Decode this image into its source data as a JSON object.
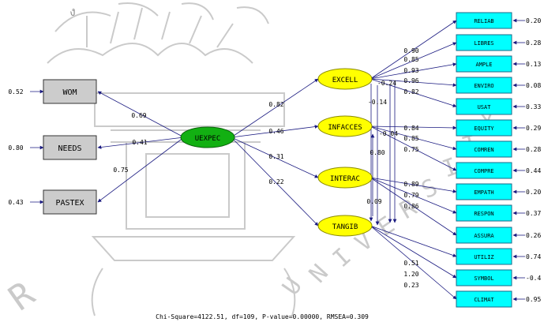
{
  "watermark": {
    "thai_char": "ง",
    "arc_text": "UNIVERSITY",
    "arc_letter_r": "R"
  },
  "colors": {
    "exog_fill": "#ccc",
    "latent_fill": "#ffff00",
    "central_fill": "#12b012",
    "indicator_fill": "#00ffff",
    "line": "#1a1a80",
    "watermark": "#a0a0a0"
  },
  "exogenous": [
    {
      "id": "wom",
      "label": "WOM",
      "error": "0.52",
      "loading": "0.69"
    },
    {
      "id": "needs",
      "label": "NEEDS",
      "error": "0.80",
      "loading": "0.41"
    },
    {
      "id": "pastex",
      "label": "PASTEX",
      "error": "0.43",
      "loading": "0.75"
    }
  ],
  "central": {
    "label": "UEXPEC"
  },
  "paths_from_central": [
    {
      "to": "excell",
      "coef": "0.82"
    },
    {
      "to": "infacces",
      "coef": "0.46"
    },
    {
      "to": "interac",
      "coef": "0.31"
    },
    {
      "to": "tangib",
      "coef": "0.22"
    }
  ],
  "latents": [
    {
      "id": "excell",
      "label": "EXCELL"
    },
    {
      "id": "infacces",
      "label": "INFACCES"
    },
    {
      "id": "interac",
      "label": "INTERAC"
    },
    {
      "id": "tangib",
      "label": "TANGIB"
    }
  ],
  "cross_coefs": [
    "-0.24",
    "-0.14",
    "-0.04",
    "0.80",
    "0.09"
  ],
  "indicators": [
    {
      "label": "RELIAB",
      "error": "0.20"
    },
    {
      "label": "LIBRES",
      "error": "0.28"
    },
    {
      "label": "AMPLE",
      "error": "0.13"
    },
    {
      "label": "ENVIRO",
      "error": "0.08"
    },
    {
      "label": "USAT",
      "error": "0.33"
    },
    {
      "label": "EQUITY",
      "error": "0.29"
    },
    {
      "label": "COMREN",
      "error": "0.28"
    },
    {
      "label": "COMPRE",
      "error": "0.44"
    },
    {
      "label": "EMPATH",
      "error": "0.20"
    },
    {
      "label": "RESPON",
      "error": "0.37"
    },
    {
      "label": "ASSURA",
      "error": "0.26"
    },
    {
      "label": "UTILIZ",
      "error": "0.74"
    },
    {
      "label": "SYMBOL",
      "error": "-0.4"
    },
    {
      "label": "CLIMAT",
      "error": "0.95"
    }
  ],
  "loadings": [
    {
      "from": "excell",
      "to": 0,
      "coef": "0.90"
    },
    {
      "from": "excell",
      "to": 1,
      "coef": "0.85"
    },
    {
      "from": "excell",
      "to": 2,
      "coef": "0.93"
    },
    {
      "from": "excell",
      "to": 3,
      "coef": "0.96"
    },
    {
      "from": "excell",
      "to": 4,
      "coef": "0.82"
    },
    {
      "from": "infacces",
      "to": 5,
      "coef": "0.84"
    },
    {
      "from": "infacces",
      "to": 6,
      "coef": "0.85"
    },
    {
      "from": "infacces",
      "to": 7,
      "coef": "0.75"
    },
    {
      "from": "interac",
      "to": 8,
      "coef": "0.89"
    },
    {
      "from": "interac",
      "to": 9,
      "coef": "0.79"
    },
    {
      "from": "interac",
      "to": 10,
      "coef": "0.86"
    },
    {
      "from": "tangib",
      "to": 11,
      "coef": "0.51"
    },
    {
      "from": "tangib",
      "to": 12,
      "coef": "1.20"
    },
    {
      "from": "tangib",
      "to": 13,
      "coef": "0.23"
    }
  ],
  "fit_stats": "Chi-Square=4122.51, df=109, P-value=0.00000, RMSEA=0.309"
}
